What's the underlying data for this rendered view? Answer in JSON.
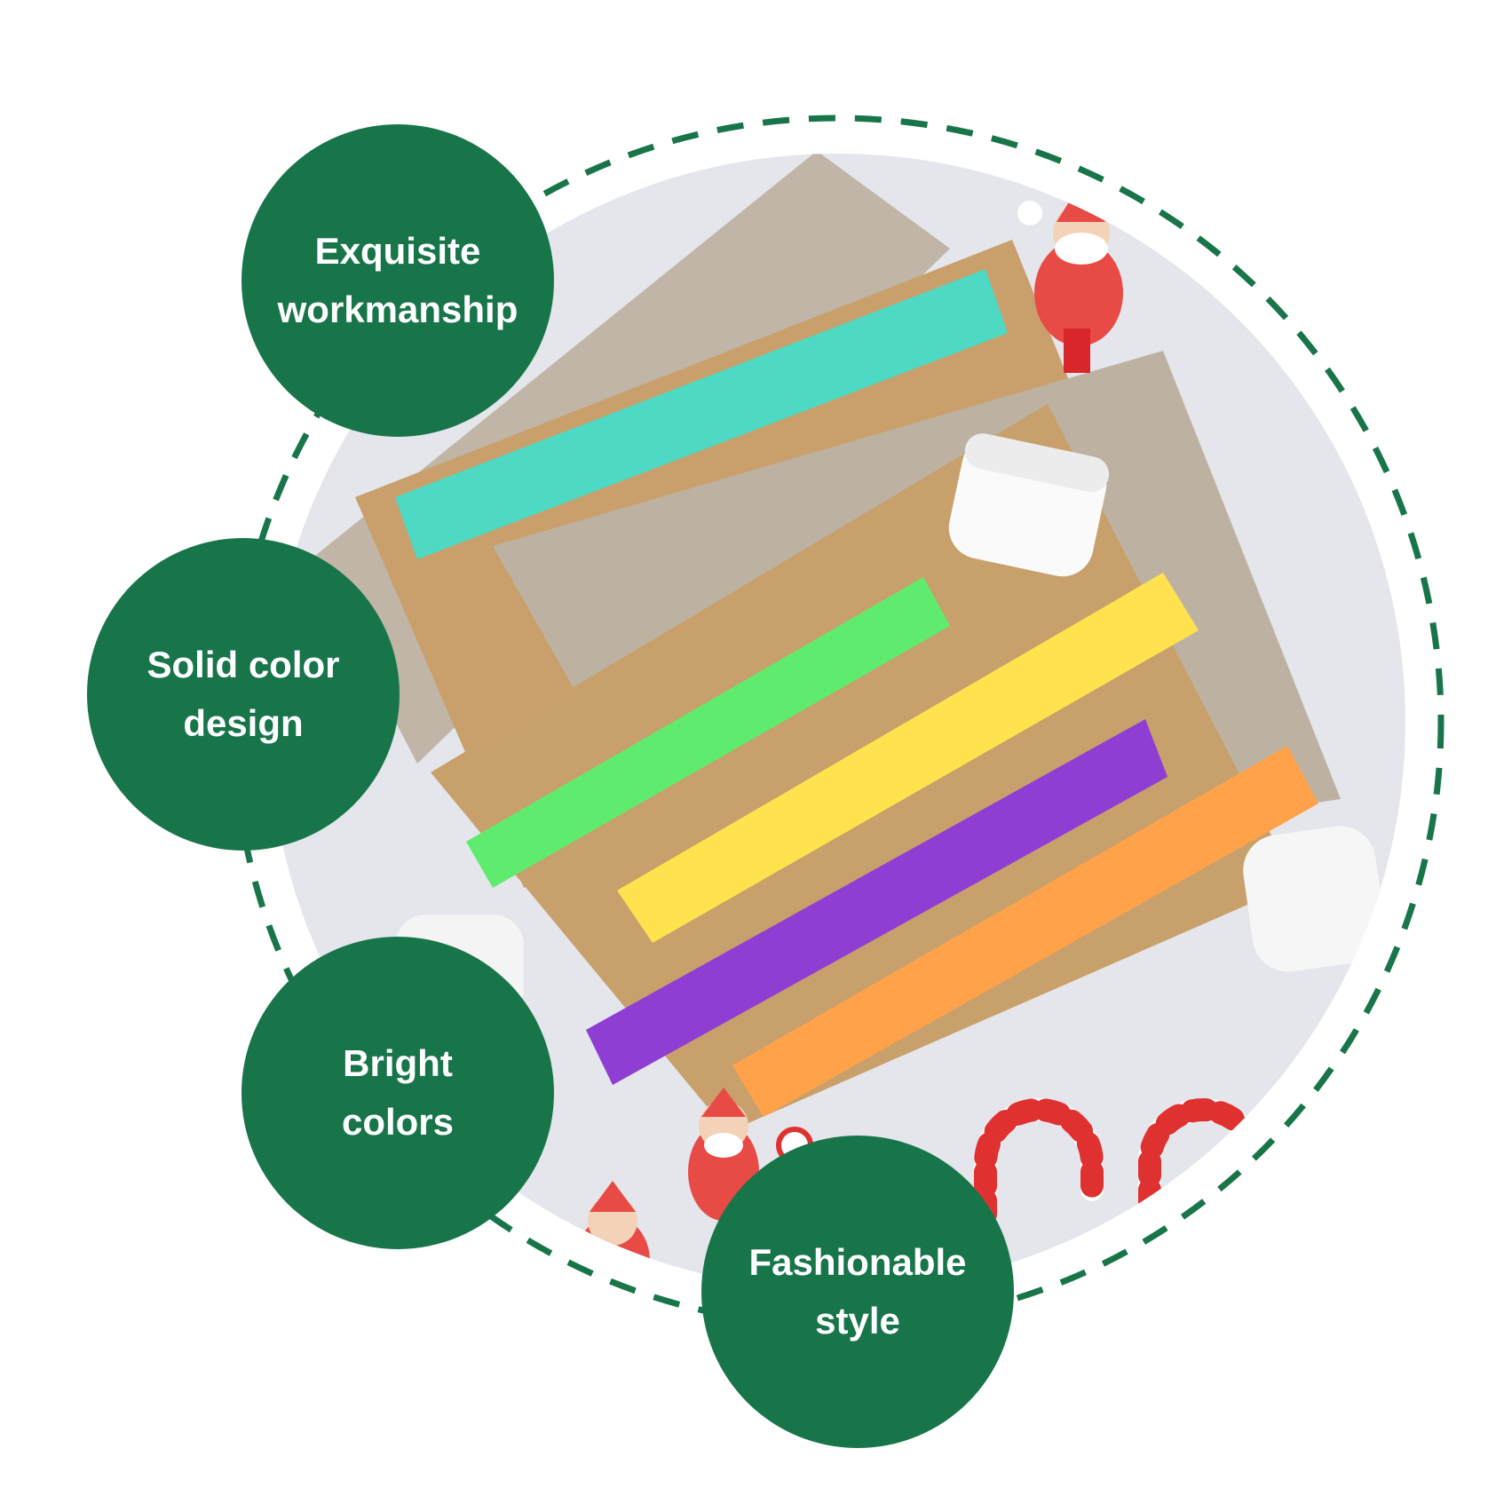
{
  "colors": {
    "badge_green": "#18754a",
    "dashed_ring": "#18754a",
    "tape_teal": "#4dd9c4",
    "tape_green": "#5fec6e",
    "tape_yellow": "#ffe24d",
    "tape_purple": "#8e3ed3",
    "tape_orange": "#ffa24a",
    "kraft_envelope": "#c9a06b",
    "gray_envelope": "#c0b5a6",
    "backdrop": "#e4e6ec"
  },
  "photo": {
    "subject": "kraft envelopes decorated with colorful washi tape strips, with marshmallows, candy canes and Santa Claus clip ornaments",
    "icons": [
      "santa-clip-icon",
      "marshmallow-icon",
      "candy-cane-icon",
      "santa-sticker-icon"
    ]
  },
  "features": [
    {
      "line1": "Exquisite",
      "line2": "workmanship"
    },
    {
      "line1": "Solid color",
      "line2": "design"
    },
    {
      "line1": "Bright",
      "line2": "colors"
    },
    {
      "line1": "Fashionable",
      "line2": "style"
    }
  ]
}
